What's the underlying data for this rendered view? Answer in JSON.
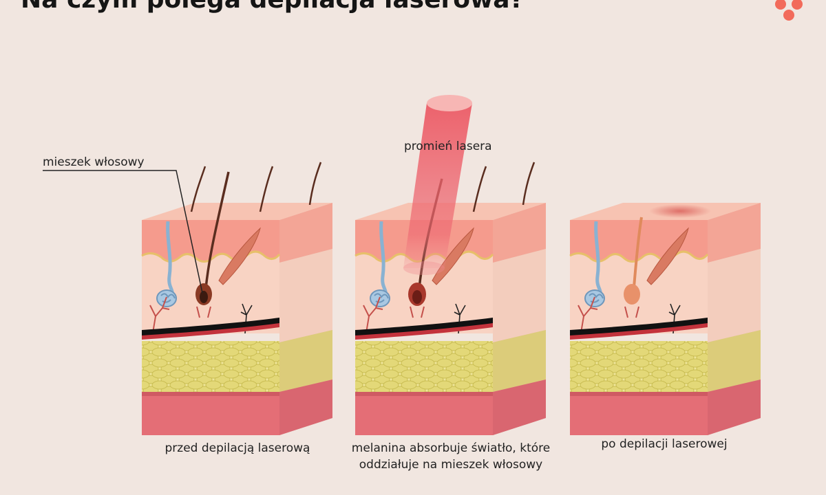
{
  "title": "Na czym polega depilacja laserowa?",
  "labels": {
    "follicle": "mieszek włosowy",
    "laser": "promień lasera"
  },
  "panels": [
    {
      "id": "before",
      "caption": "przed depilacją laserową"
    },
    {
      "id": "during",
      "caption": "melanina absorbuje światło, które oddziałuje na mieszek włosowy"
    },
    {
      "id": "after",
      "caption": "po depilacji laserowej"
    }
  ],
  "colors": {
    "background": "#f1e6e0",
    "epidermis": "#f49a8c",
    "dermis": "#f9d2c2",
    "fat": "#e8e08a",
    "muscle": "#e46e76",
    "hair": "#5a2d1f",
    "laser": "#e8454f",
    "logo": "#f26b5b"
  },
  "icons": [
    "logo-mark"
  ]
}
